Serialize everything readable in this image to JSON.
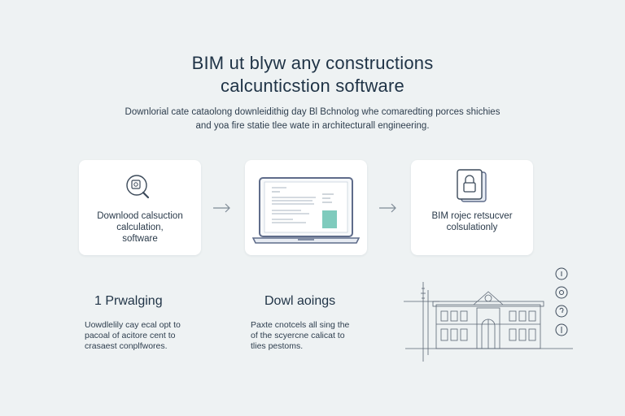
{
  "header": {
    "title_line1": "BIM ut blyw any constructions",
    "title_line2": "calcunticstion software",
    "subtitle_line1": "Downlorial cate cataolong downleidithig day Bl Bchnolog whe comaredting porces shichies",
    "subtitle_line2": "and yoa fire statie tlee wate in architecturall engineering."
  },
  "cards": [
    {
      "icon": "search-document-icon",
      "lines": [
        "Downlood calsuction",
        "calculation,",
        "software"
      ]
    },
    {
      "icon": "laptop-icon",
      "lines": []
    },
    {
      "icon": "lock-document-icon",
      "lines": [
        "BIM rojec retsucver",
        "colsulationly"
      ]
    }
  ],
  "steps": [
    {
      "title": "1 Prwalging",
      "lines": [
        "Uowdlelily cay ecal opt to",
        "pacoal of acitore cent to",
        "crasaest conplfwores."
      ]
    },
    {
      "title": "Dowl aoings",
      "lines": [
        "Paxte cnotcels all sing the",
        "of the scyercne calicat to",
        "tlies pestoms."
      ]
    }
  ],
  "colors": {
    "background": "#eef2f3",
    "card": "#ffffff",
    "accent_teal": "#7fcbbd",
    "stroke": "#3c4a5a"
  }
}
